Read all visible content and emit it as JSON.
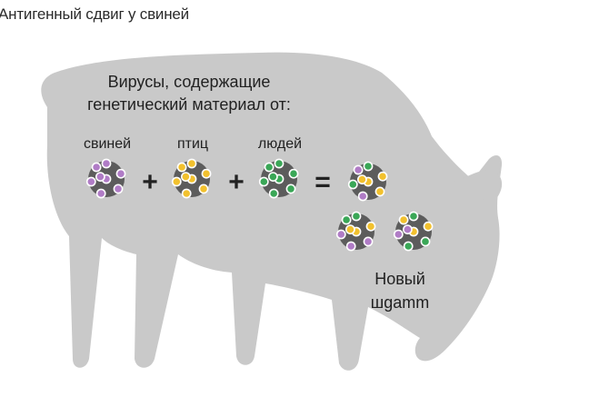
{
  "title": "Антигенный сдвиг у свиней",
  "caption": {
    "line1": "Вирусы, содержащие",
    "line2": "генетический материал от:"
  },
  "sources": {
    "pigs": "свиней",
    "birds": "птиц",
    "humans": "людей"
  },
  "operators": {
    "plus": "+",
    "equals": "="
  },
  "result": {
    "line1": "Новый",
    "line2": "шgamm"
  },
  "colors": {
    "pig_body": "#c9c9c9",
    "virus_core": "#5c5c5c",
    "pig_marker": "#b07cc6",
    "bird_marker": "#f2c12e",
    "human_marker": "#3aa757"
  }
}
